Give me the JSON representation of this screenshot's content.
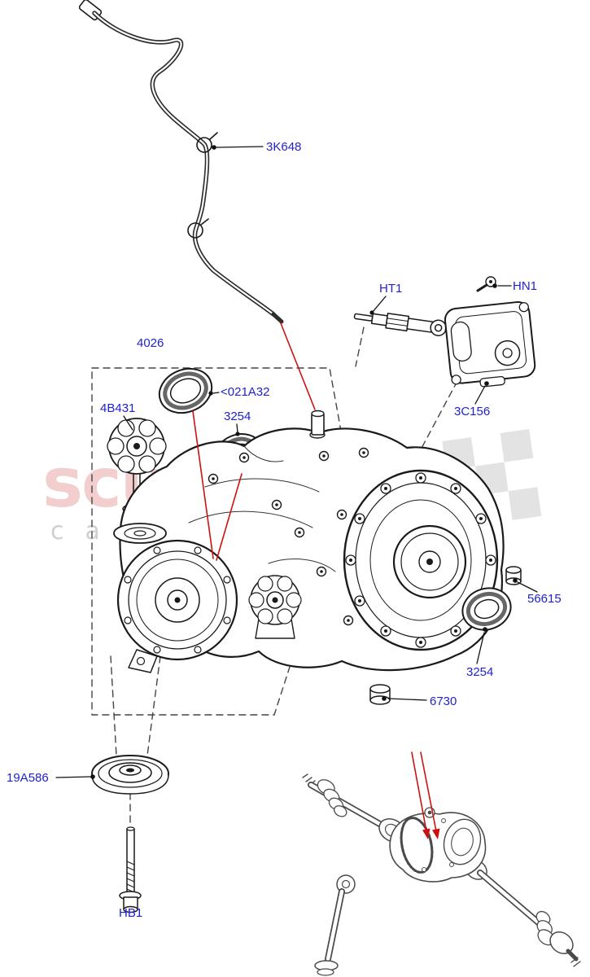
{
  "watermark": {
    "brand": "scuderia",
    "tagline": "car parts"
  },
  "colors": {
    "label": "#2222cc",
    "line": "#1a1a1a",
    "red": "#cc1111",
    "watermark_brand": "#f0c2c2",
    "watermark_tagline": "#cccccc",
    "checker": "#dadada"
  },
  "labels": [
    {
      "text": "3K648"
    },
    {
      "text": "HT1"
    },
    {
      "text": "HN1"
    },
    {
      "text": "4026"
    },
    {
      "text": "<021A32"
    },
    {
      "text": "3254"
    },
    {
      "text": "4B431"
    },
    {
      "text": "3C156"
    },
    {
      "text": "56615"
    },
    {
      "text": "3254"
    },
    {
      "text": "6730"
    },
    {
      "text": "19A586"
    },
    {
      "text": "HB1"
    }
  ]
}
